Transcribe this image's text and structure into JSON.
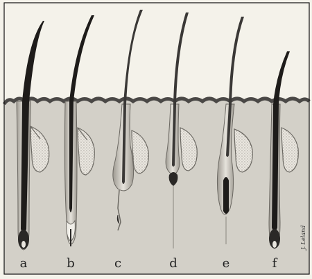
{
  "figure": {
    "stages": [
      {
        "id": "a",
        "label": "a"
      },
      {
        "id": "b",
        "label": "b"
      },
      {
        "id": "c",
        "label": "c"
      },
      {
        "id": "d",
        "label": "d"
      },
      {
        "id": "e",
        "label": "e"
      },
      {
        "id": "f",
        "label": "f"
      }
    ],
    "signature": "J. Leland",
    "colors": {
      "paper": "#f4f2ea",
      "skin": "#d3d0c8",
      "epidermis": "#4a4846",
      "hair": "#1e1c1a",
      "gland_fill": "#e9e6df",
      "gland_stroke": "#6b6862",
      "sheath": "#b9b5ad",
      "border": "#111111"
    }
  }
}
